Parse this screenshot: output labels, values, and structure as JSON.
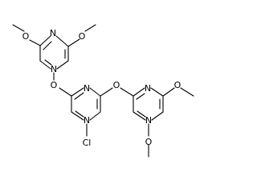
{
  "molecule": {
    "atoms": {
      "n": "N",
      "o": "O",
      "cl": "Cl"
    },
    "colors": {
      "bond": "#000000",
      "text": "#000000",
      "background": "#ffffff"
    }
  }
}
